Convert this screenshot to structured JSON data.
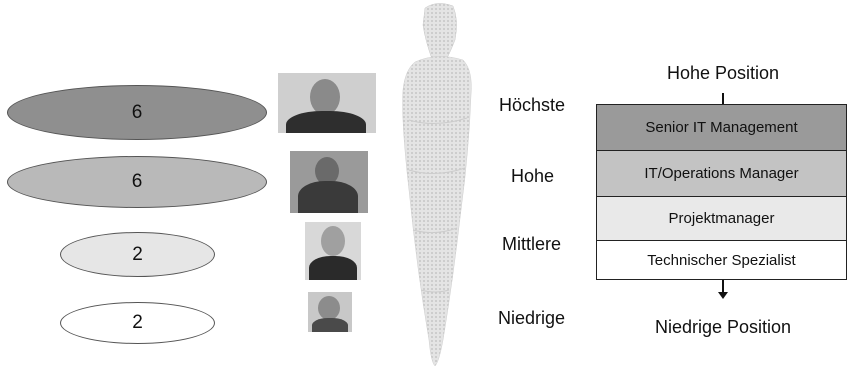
{
  "counts": [
    {
      "value": "6",
      "color": "#8f8f8f"
    },
    {
      "value": "6",
      "color": "#b9b9b9"
    },
    {
      "value": "2",
      "color": "#e6e6e6"
    },
    {
      "value": "2",
      "color": "#ffffff"
    }
  ],
  "levels": [
    "Höchste",
    "Hohe",
    "Mittlere",
    "Niedrige"
  ],
  "hierarchy": {
    "top_label": "Hohe Position",
    "bottom_label": "Niedrige Position",
    "boxes": [
      {
        "label": "Senior IT Management",
        "color": "#9a9a9a"
      },
      {
        "label": "IT/Operations Manager",
        "color": "#c3c3c3"
      },
      {
        "label": "Projektmanager",
        "color": "#e9e9e9"
      },
      {
        "label": "Technischer Spezialist",
        "color": "#ffffff"
      }
    ]
  },
  "icons": {
    "carrot": "carrot-illustration",
    "photos": [
      "person-photo-1",
      "person-photo-2",
      "person-photo-3",
      "person-photo-4"
    ]
  }
}
